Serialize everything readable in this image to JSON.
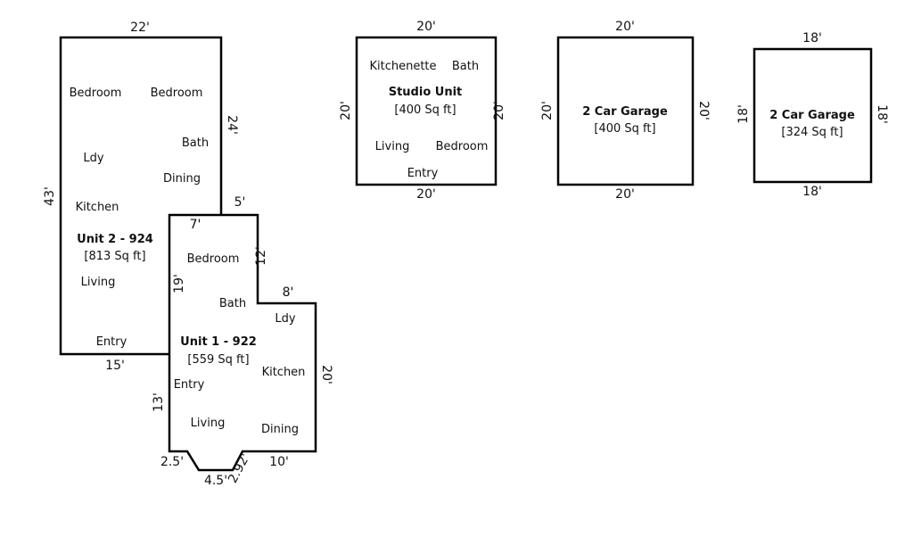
{
  "unit2": {
    "dims": {
      "top": "22'",
      "right": "24'",
      "left": "43'",
      "bottom": "15'",
      "step": "5'"
    },
    "rooms": {
      "bedroom_left": "Bedroom",
      "bedroom_right": "Bedroom",
      "bath": "Bath",
      "ldy": "Ldy",
      "dining": "Dining",
      "kitchen": "Kitchen",
      "living": "Living",
      "entry": "Entry"
    },
    "title": "Unit 2 - 924",
    "area": "[813 Sq ft]"
  },
  "unit1": {
    "dims": {
      "top": "7'",
      "upper_right": "12'",
      "step": "8'",
      "right": "20'",
      "left_upper": "19'",
      "left_lower": "13'",
      "bottom_left": "2.5'",
      "bottom_mid": "4.5'",
      "bottom_diag": "2.92'",
      "bottom_right": "10'"
    },
    "rooms": {
      "bedroom": "Bedroom",
      "bath": "Bath",
      "ldy": "Ldy",
      "kitchen": "Kitchen",
      "entry": "Entry",
      "living": "Living",
      "dining": "Dining"
    },
    "title": "Unit 1 - 922",
    "area": "[559 Sq ft]"
  },
  "studio": {
    "dims": {
      "top": "20'",
      "bottom": "20'",
      "left": "20'",
      "right": "20'"
    },
    "rooms": {
      "kitchenette": "Kitchenette",
      "bath": "Bath",
      "living": "Living",
      "bedroom": "Bedroom",
      "entry": "Entry"
    },
    "title": "Studio Unit",
    "area": "[400 Sq ft]"
  },
  "garage_a": {
    "dims": {
      "top": "20'",
      "bottom": "20'",
      "left": "20'",
      "right": "20'"
    },
    "title": "2 Car Garage",
    "area": "[400 Sq ft]"
  },
  "garage_b": {
    "dims": {
      "top": "18'",
      "bottom": "18'",
      "left": "18'",
      "right": "18'"
    },
    "title": "2 Car Garage",
    "area": "[324 Sq ft]"
  }
}
